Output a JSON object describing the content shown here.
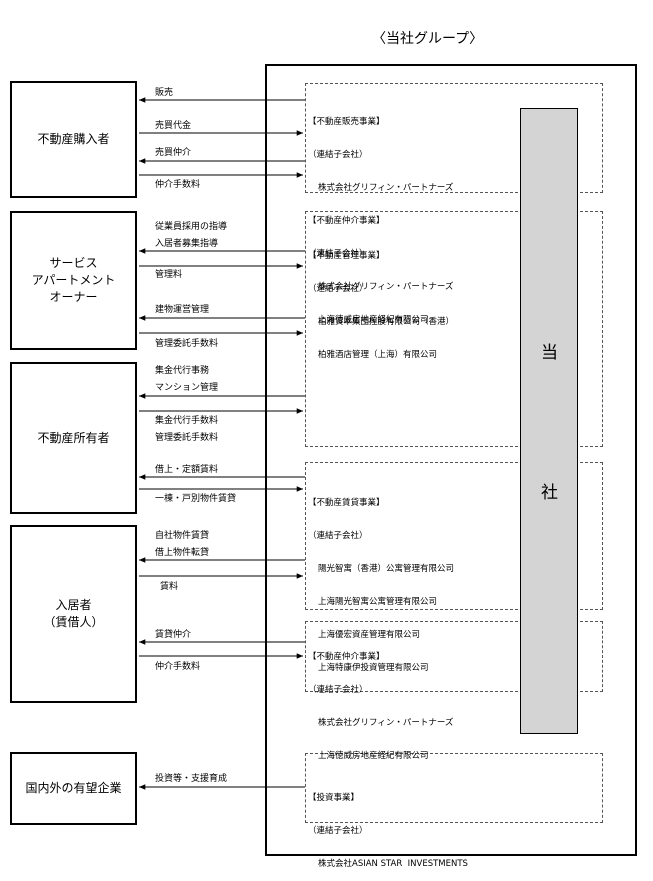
{
  "title": "〈当社グループ〉",
  "left_boxes": [
    {
      "label": "不動産購入者"
    },
    {
      "label": "サービス\nアパートメント\nオーナー"
    },
    {
      "label": "不動産所有者"
    },
    {
      "label": "入居者\n（賃借人）"
    },
    {
      "label": "国内外の有望企業"
    }
  ],
  "flows": [
    {
      "label": "販売"
    },
    {
      "label": "売買代金"
    },
    {
      "label": "売買仲介"
    },
    {
      "label": "仲介手数料"
    },
    {
      "label": "従業員採用の指導"
    },
    {
      "label": "入居者募集指導"
    },
    {
      "label": "管理料"
    },
    {
      "label": "建物運営管理"
    },
    {
      "label": "管理委託手数料"
    },
    {
      "label": "集金代行事務"
    },
    {
      "label": "マンション管理"
    },
    {
      "label": "集金代行手数料"
    },
    {
      "label": "管理委託手数料"
    },
    {
      "label": "借上・定額賃料"
    },
    {
      "label": "一棟・戸別物件賃貸"
    },
    {
      "label": "自社物件賃貸"
    },
    {
      "label": "借上物件転貸"
    },
    {
      "label": "賃料"
    },
    {
      "label": "賃貸仲介"
    },
    {
      "label": "仲介手数料"
    },
    {
      "label": "投資等・支援育成"
    }
  ],
  "segments": [
    {
      "lines": [
        "【不動産販売事業】",
        "（連結子会社）",
        "株式会社グリフィン・パートナーズ",
        "【不動産仲介事業】",
        "（連結子会社）",
        "株式会社グリフィン・パートナーズ",
        "上海徳威房地産経紀有限公司"
      ]
    },
    {
      "lines": [
        "【不動産管理事業】",
        "（連結子会社）",
        "柏雅資本集団控股有限公司（香港）",
        "柏雅酒店管理（上海）有限公司"
      ]
    },
    {
      "lines": [
        "【不動産賃貸事業】",
        "（連結子会社）",
        "陽光智寓（香港）公寓管理有限公司",
        "上海陽光智寓公寓管理有限公司",
        "上海優宏資産管理有限公司",
        "上海特康伊投資管理有限公司"
      ]
    },
    {
      "lines": [
        "【不動産仲介事業】",
        "（連結子会社）",
        "株式会社グリフィン・パートナーズ",
        "上海徳威房地産経紀有限公司"
      ]
    },
    {
      "lines": [
        "【投資事業】",
        "（連結子会社）",
        "株式会社ASIAN STAR  INVESTMENTS"
      ]
    }
  ],
  "company": {
    "char1": "当",
    "char2": "社"
  }
}
